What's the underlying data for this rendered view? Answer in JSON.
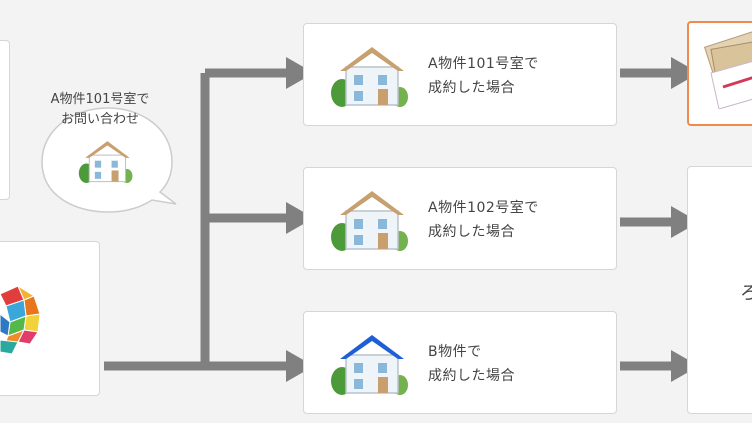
{
  "inquiry_bubble": {
    "line1": "A物件101号室で",
    "line2": "お問い合わせ"
  },
  "cases": [
    {
      "line1": "A物件101号室で",
      "line2": "成約した場合",
      "roof_color": "#c8a070"
    },
    {
      "line1": "A物件102号室で",
      "line2": "成約した場合",
      "roof_color": "#c8a070"
    },
    {
      "line1": "B物件で",
      "line2": "成約した場合",
      "roof_color": "#1f5fd6"
    }
  ],
  "outcome_right_glyph": "ろ",
  "colors": {
    "arrow": "#808080",
    "highlight_border": "#f08a4b",
    "box_border": "#d6d6d6"
  }
}
